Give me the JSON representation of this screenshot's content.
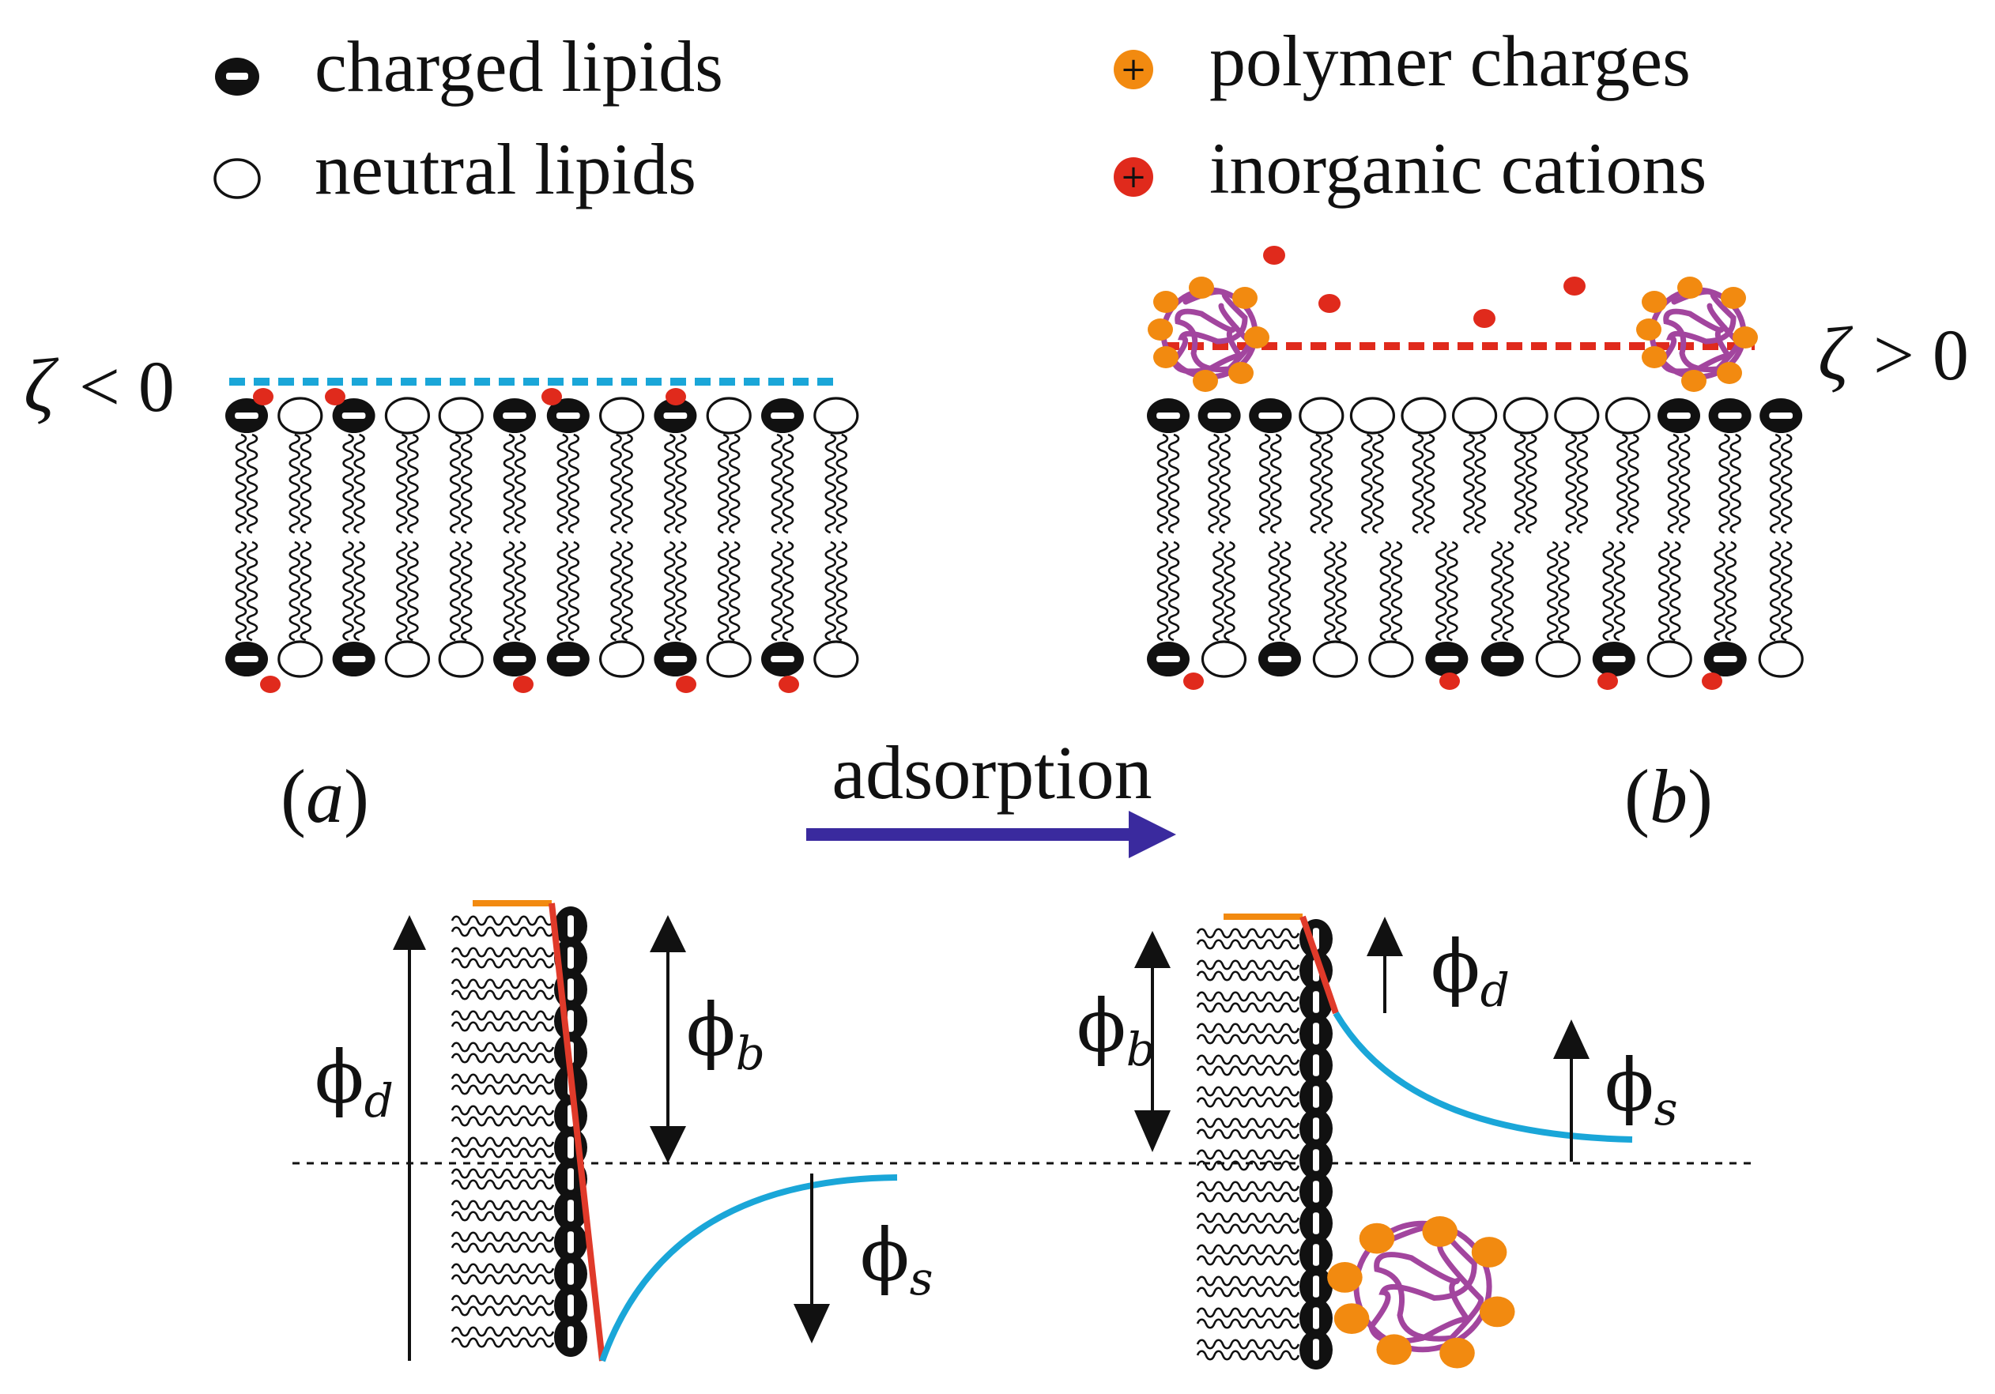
{
  "legend": {
    "charged_lipids": "charged lipids",
    "neutral_lipids": "neutral lipids",
    "polymer_charges": "polymer charges",
    "inorganic_cations": "inorganic cations",
    "minus_sign": "−",
    "plus_sign": "+"
  },
  "panel_a": {
    "zeta_symbol": "ζ",
    "zeta_relation": "< 0",
    "label_paren_open": "(",
    "label_letter": "a",
    "label_paren_close": ")",
    "lipid_pattern_top": [
      "c",
      "n",
      "c",
      "n",
      "n",
      "c",
      "c",
      "n",
      "c",
      "n",
      "c",
      "n"
    ],
    "lipid_pattern_bottom": [
      "c",
      "n",
      "c",
      "n",
      "n",
      "c",
      "c",
      "n",
      "c",
      "n",
      "c",
      "n"
    ]
  },
  "panel_b": {
    "zeta_symbol": "ζ",
    "zeta_relation": "> 0",
    "label_paren_open": "(",
    "label_letter": "b",
    "label_paren_close": ")",
    "lipid_pattern_top": [
      "c",
      "c",
      "c",
      "n",
      "n",
      "n",
      "n",
      "n",
      "n",
      "n",
      "c",
      "c",
      "c"
    ],
    "lipid_pattern_bottom": [
      "c",
      "n",
      "c",
      "n",
      "n",
      "c",
      "c",
      "n",
      "c",
      "n",
      "c",
      "n"
    ]
  },
  "arrow_label": "adsorption",
  "potentials": {
    "phi": "ϕ",
    "sub_d": "d",
    "sub_b": "b",
    "sub_s": "s"
  },
  "colors": {
    "charged_head": "#111111",
    "cation": "#e02a1c",
    "polymer_charge": "#f28a10",
    "polymer_chain": "#a2459e",
    "surface_line_a": "#1aa6d8",
    "surface_line_b": "#e02a1c",
    "arrow": "#3a2a9e",
    "potential_drop": "#e03a2a",
    "potential_cap": "#f28a10",
    "diffuse_curve": "#1aa6d8"
  }
}
